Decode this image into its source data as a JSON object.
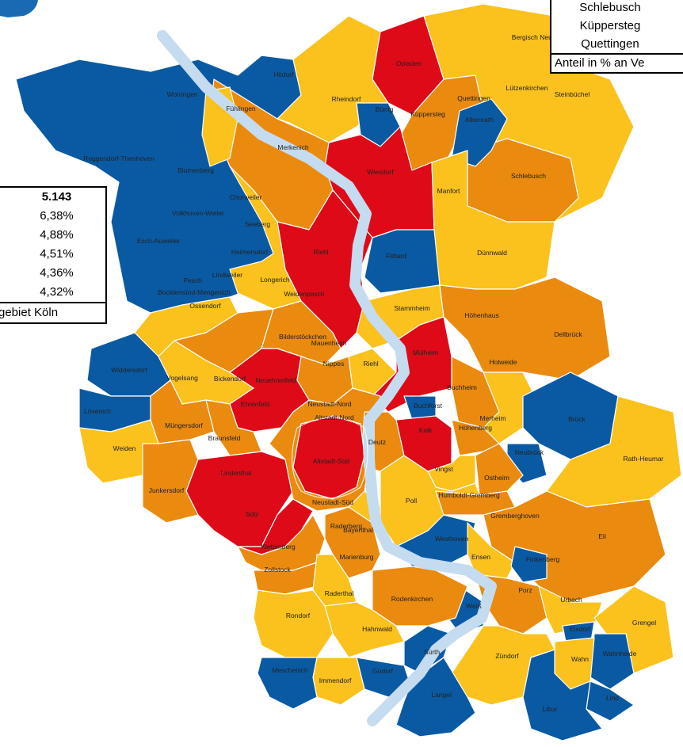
{
  "colors": {
    "blue": "#0a5aa3",
    "orange": "#ea8a0f",
    "yellow": "#fbc11c",
    "red": "#de0a18",
    "river": "#c5dbef",
    "accent_logo": "#1a6ab3"
  },
  "left_table": {
    "rows": [
      "5.143",
      "6,38%",
      "4,88%",
      "4,51%",
      "4,36%",
      "4,32%"
    ],
    "footer": "gebiet Köln"
  },
  "right_table": {
    "rows": [
      "Schlebusch",
      "Küppersteg",
      "Quettingen"
    ],
    "footer": "Anteil in % an Ve"
  },
  "districts": [
    {
      "label": "Hitdorf",
      "color": "blue"
    },
    {
      "label": "Worringen",
      "color": "blue"
    },
    {
      "label": "Roggendorf-Thenhoven",
      "color": "blue"
    },
    {
      "label": "Blumenberg",
      "color": "blue"
    },
    {
      "label": "Chorweiler",
      "color": "blue"
    },
    {
      "label": "Volkhoven-Weiler",
      "color": "blue"
    },
    {
      "label": "Seeberg",
      "color": "blue"
    },
    {
      "label": "Esch-Auweiler",
      "color": "blue"
    },
    {
      "label": "Heimersdorf",
      "color": "blue"
    },
    {
      "label": "Lindweiler",
      "color": "blue"
    },
    {
      "label": "Pesch",
      "color": "blue"
    },
    {
      "label": "Bürrig",
      "color": "blue"
    },
    {
      "label": "Alkenrath",
      "color": "blue"
    },
    {
      "label": "Flittard",
      "color": "blue"
    },
    {
      "label": "Widdersdorf",
      "color": "blue"
    },
    {
      "label": "Lövenich",
      "color": "blue"
    },
    {
      "label": "Buchforst",
      "color": "blue"
    },
    {
      "label": "Brück",
      "color": "blue"
    },
    {
      "label": "Neubrück",
      "color": "blue"
    },
    {
      "label": "Westhoven",
      "color": "blue"
    },
    {
      "label": "Finkenberg",
      "color": "blue"
    },
    {
      "label": "Weiß",
      "color": "blue"
    },
    {
      "label": "Sürth",
      "color": "blue"
    },
    {
      "label": "Godorf",
      "color": "blue"
    },
    {
      "label": "Meschenich",
      "color": "blue"
    },
    {
      "label": "Langel",
      "color": "blue"
    },
    {
      "label": "Libur",
      "color": "blue"
    },
    {
      "label": "Lind",
      "color": "blue"
    },
    {
      "label": "Wahnheide",
      "color": "blue"
    },
    {
      "label": "Elsdorf",
      "color": "blue"
    },
    {
      "label": "Opladen",
      "color": "red"
    },
    {
      "label": "Wiesdorf",
      "color": "red"
    },
    {
      "label": "Riehl",
      "color": "red"
    },
    {
      "label": "Neuehrenfeld",
      "color": "red"
    },
    {
      "label": "Ehrenfeld",
      "color": "red"
    },
    {
      "label": "Altstadt-Nord",
      "color": "red"
    },
    {
      "label": "Altstadt-Süd",
      "color": "red"
    },
    {
      "label": "Neustadt-Süd",
      "color": "red"
    },
    {
      "label": "Mülheim",
      "color": "red"
    },
    {
      "label": "Kalk",
      "color": "red"
    },
    {
      "label": "Lindenthal",
      "color": "red"
    },
    {
      "label": "Sülz",
      "color": "red"
    },
    {
      "label": "Rheindorf",
      "color": "yellow"
    },
    {
      "label": "Bergisch Neukirchen",
      "color": "yellow"
    },
    {
      "label": "Lützenkirchen",
      "color": "yellow"
    },
    {
      "label": "Steinbüchel",
      "color": "yellow"
    },
    {
      "label": "Fühlingen",
      "color": "yellow"
    },
    {
      "label": "Manfort",
      "color": "yellow"
    },
    {
      "label": "Dünnwald",
      "color": "yellow"
    },
    {
      "label": "Longerich",
      "color": "yellow"
    },
    {
      "label": "Stammheim",
      "color": "yellow"
    },
    {
      "label": "Bocklemünd-Mengenich",
      "color": "yellow"
    },
    {
      "label": "Vogelsang",
      "color": "yellow"
    },
    {
      "label": "Riehl",
      "color": "yellow"
    },
    {
      "label": "Merheim",
      "color": "yellow"
    },
    {
      "label": "Weiden",
      "color": "yellow"
    },
    {
      "label": "Vingst",
      "color": "yellow"
    },
    {
      "label": "Poll",
      "color": "yellow"
    },
    {
      "label": "Rath-Heumar",
      "color": "yellow"
    },
    {
      "label": "Bayenthal",
      "color": "yellow"
    },
    {
      "label": "Ensen",
      "color": "yellow"
    },
    {
      "label": "Raderthal",
      "color": "yellow"
    },
    {
      "label": "Rondorf",
      "color": "yellow"
    },
    {
      "label": "Hahnwald",
      "color": "yellow"
    },
    {
      "label": "Urbach",
      "color": "yellow"
    },
    {
      "label": "Grengel",
      "color": "yellow"
    },
    {
      "label": "Wahn",
      "color": "yellow"
    },
    {
      "label": "Zündorf",
      "color": "yellow"
    },
    {
      "label": "Immendorf",
      "color": "yellow"
    },
    {
      "label": "Quettingen",
      "color": "orange"
    },
    {
      "label": "Küppersteg",
      "color": "orange"
    },
    {
      "label": "Schlebusch",
      "color": "orange"
    },
    {
      "label": "Merkenich",
      "color": "orange"
    },
    {
      "label": "Ossendorf",
      "color": "orange"
    },
    {
      "label": "Weidenpesch",
      "color": "orange"
    },
    {
      "label": "Bilderstöckchen",
      "color": "orange"
    },
    {
      "label": "Mauenheim",
      "color": "orange"
    },
    {
      "label": "Nippes",
      "color": "orange"
    },
    {
      "label": "Höhenhaus",
      "color": "orange"
    },
    {
      "label": "Dellbrück",
      "color": "orange"
    },
    {
      "label": "Holweide",
      "color": "orange"
    },
    {
      "label": "Buchheim",
      "color": "orange"
    },
    {
      "label": "Bickendorf",
      "color": "orange"
    },
    {
      "label": "Neustadt-Nord",
      "color": "orange"
    },
    {
      "label": "Deutz",
      "color": "orange"
    },
    {
      "label": "Höhenberg",
      "color": "orange"
    },
    {
      "label": "Müngersdorf",
      "color": "orange"
    },
    {
      "label": "Braunsfeld",
      "color": "orange"
    },
    {
      "label": "Junkersdorf",
      "color": "orange"
    },
    {
      "label": "Ostheim",
      "color": "orange"
    },
    {
      "label": "Humboldt-Gremberg",
      "color": "orange"
    },
    {
      "label": "Gremberghoven",
      "color": "orange"
    },
    {
      "label": "Eil",
      "color": "orange"
    },
    {
      "label": "Raderberg",
      "color": "orange"
    },
    {
      "label": "Klettenberg",
      "color": "orange"
    },
    {
      "label": "Marienburg",
      "color": "orange"
    },
    {
      "label": "Zollstock",
      "color": "orange"
    },
    {
      "label": "Porz",
      "color": "orange"
    },
    {
      "label": "Rodenkirchen",
      "color": "orange"
    }
  ]
}
